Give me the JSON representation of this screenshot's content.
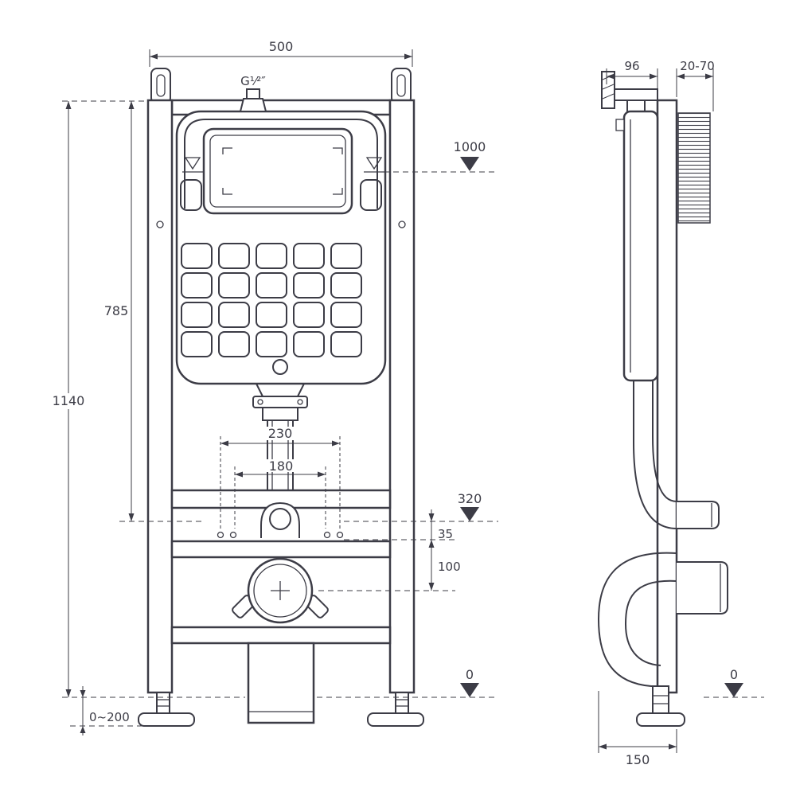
{
  "meta": {
    "drawing_type": "concealed WC cistern frame installation drawing"
  },
  "colors": {
    "ink": "#3c3c46",
    "background": "#ffffff"
  },
  "front_view": {
    "dim_width_top": "500",
    "thread_label": "G¹⁄²″",
    "dim_water_level": "1000",
    "dim_upper_height": "785",
    "dim_total_height": "1140",
    "dim_pipe_outer": "230",
    "dim_pipe_inner": "180",
    "dim_outlet_level": "320",
    "dim_gap_35": "35",
    "dim_offset_100": "100",
    "dim_foot_adjust": "0~200",
    "dim_floor_zero": "0"
  },
  "side_view": {
    "dim_depth_96": "96",
    "dim_wall_range": "20-70",
    "dim_floor_zero": "0",
    "dim_base_depth": "150"
  }
}
